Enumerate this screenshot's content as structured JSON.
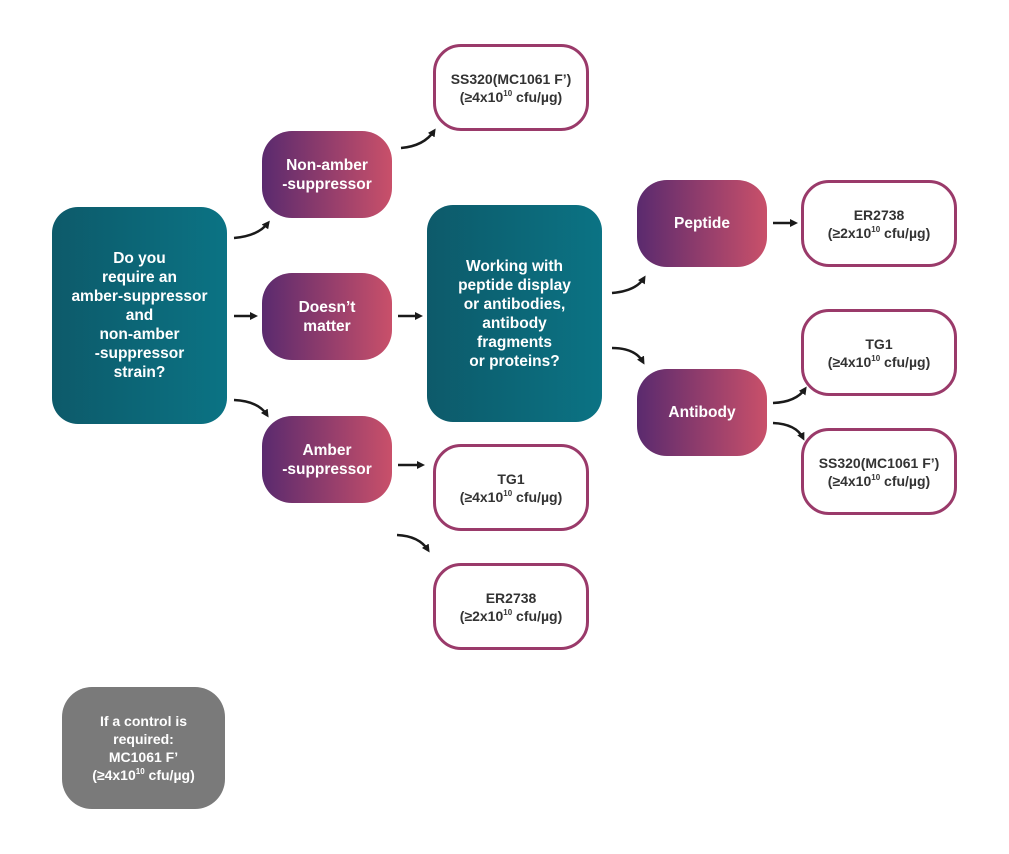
{
  "question": "Do you\nrequire an\namber-suppressor\nand\nnon-amber\n-suppressor\nstrain?",
  "options": {
    "non_amber": "Non-amber\n-suppressor",
    "doesnt_matter": "Doesn’t\nmatter",
    "amber": "Amber\n-suppressor"
  },
  "working_with": "Working with\npeptide display\nor antibodies,\nantibody\nfragments\nor proteins?",
  "applications": {
    "peptide": "Peptide",
    "antibody": "Antibody"
  },
  "strains": {
    "ss320_top": {
      "name": "SS320(MC1061 F’)",
      "pre": "(≥4x10",
      "exp": "10",
      "post": " cfu/µg)"
    },
    "tg1_amber": {
      "name": "TG1",
      "pre": "(≥4x10",
      "exp": "10",
      "post": " cfu/µg)"
    },
    "er2738_amber": {
      "name": "ER2738",
      "pre": "(≥2x10",
      "exp": "10",
      "post": " cfu/µg)"
    },
    "er2738_peptide": {
      "name": "ER2738",
      "pre": "(≥2x10",
      "exp": "10",
      "post": " cfu/µg)"
    },
    "tg1_antibody": {
      "name": "TG1",
      "pre": "(≥4x10",
      "exp": "10",
      "post": " cfu/µg)"
    },
    "ss320_antibody": {
      "name": "SS320(MC1061 F’)",
      "pre": "(≥4x10",
      "exp": "10",
      "post": " cfu/µg)"
    }
  },
  "control": {
    "text": "If a control is\nrequired:\nMC1061 F’",
    "pre": "(≥4x10",
    "exp": "10",
    "post": " cfu/µg)"
  },
  "colors": {
    "teal": "#0b6f80",
    "purple": "#5a2a6e",
    "pink": "#c9506a",
    "border": "#9a3a6a",
    "grey": "#7a7a7a"
  }
}
